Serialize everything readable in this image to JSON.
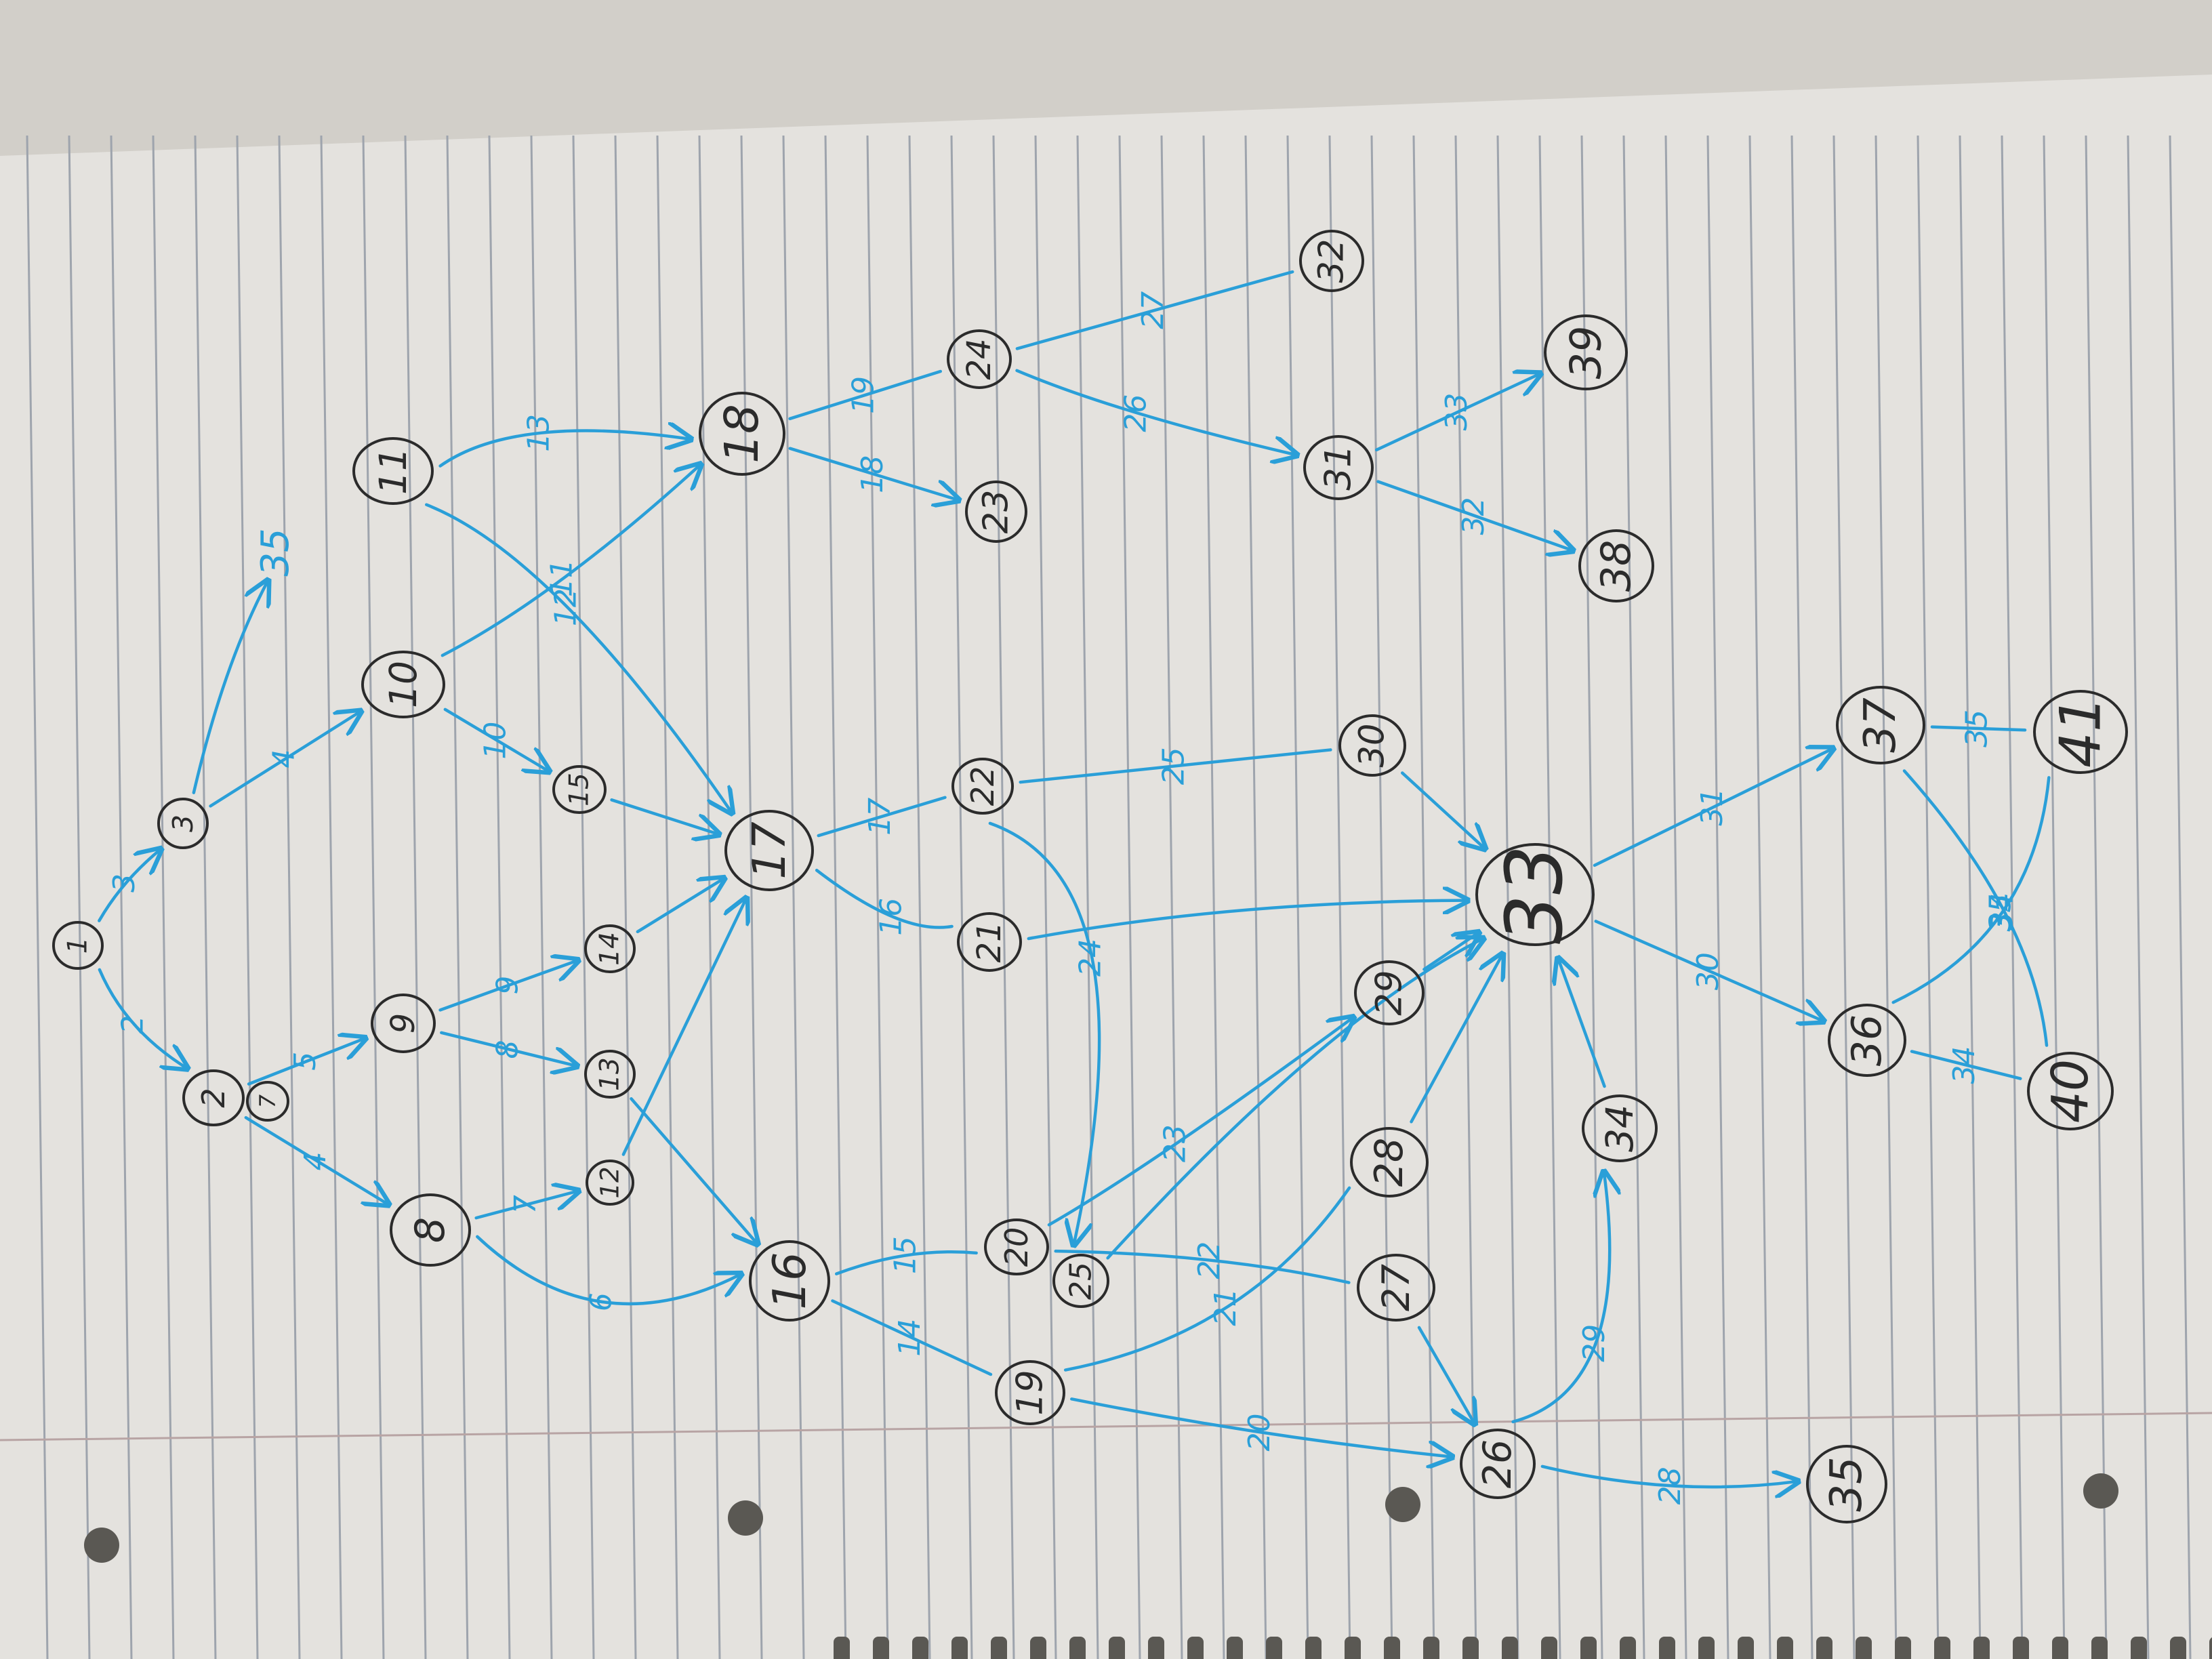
{
  "colors": {
    "paper": "#e4e2de",
    "paper_edge": "#d2cfc9",
    "ruling": "#9ea4ad",
    "margin_line": "#b8a4a4",
    "ink_blue": "#2a9fd8",
    "ink_black": "#2b2b2b",
    "punch_hole": "#5a5853"
  },
  "diagram": {
    "nodes": [
      {
        "id": "1",
        "label": "1"
      },
      {
        "id": "2",
        "label": "2"
      },
      {
        "id": "3",
        "label": "3"
      },
      {
        "id": "7",
        "label": "7"
      },
      {
        "id": "8",
        "label": "8"
      },
      {
        "id": "9",
        "label": "9"
      },
      {
        "id": "10",
        "label": "10"
      },
      {
        "id": "11",
        "label": "11"
      },
      {
        "id": "12",
        "label": "12"
      },
      {
        "id": "13",
        "label": "13"
      },
      {
        "id": "14",
        "label": "14"
      },
      {
        "id": "15",
        "label": "15"
      },
      {
        "id": "16",
        "label": "16"
      },
      {
        "id": "17",
        "label": "17"
      },
      {
        "id": "18",
        "label": "18"
      },
      {
        "id": "19",
        "label": "19"
      },
      {
        "id": "20",
        "label": "20"
      },
      {
        "id": "21",
        "label": "21"
      },
      {
        "id": "22",
        "label": "22"
      },
      {
        "id": "23",
        "label": "23"
      },
      {
        "id": "24",
        "label": "24"
      },
      {
        "id": "25",
        "label": "25"
      },
      {
        "id": "26",
        "label": "26"
      },
      {
        "id": "27",
        "label": "27"
      },
      {
        "id": "28",
        "label": "28"
      },
      {
        "id": "29",
        "label": "29"
      },
      {
        "id": "30",
        "label": "30"
      },
      {
        "id": "31",
        "label": "31"
      },
      {
        "id": "32",
        "label": "32"
      },
      {
        "id": "33",
        "label": "33"
      },
      {
        "id": "34",
        "label": "34"
      },
      {
        "id": "35",
        "label": "35"
      },
      {
        "id": "36",
        "label": "36"
      },
      {
        "id": "37",
        "label": "37"
      },
      {
        "id": "38",
        "label": "38"
      },
      {
        "id": "39",
        "label": "39"
      },
      {
        "id": "40",
        "label": "40"
      },
      {
        "id": "41",
        "label": "41"
      }
    ],
    "edges": [
      {
        "from": "1",
        "to": "2",
        "label": "2"
      },
      {
        "from": "1",
        "to": "3",
        "label": "3"
      },
      {
        "from": "2",
        "to": "8",
        "label": "4"
      },
      {
        "from": "2",
        "to": "9",
        "label": "5"
      },
      {
        "from": "3",
        "to": "10",
        "label": "4"
      },
      {
        "from": "3",
        "to": "35",
        "label": ""
      },
      {
        "from": "8",
        "to": "16",
        "label": "6"
      },
      {
        "from": "8",
        "to": "12",
        "label": "7"
      },
      {
        "from": "9",
        "to": "13",
        "label": "8"
      },
      {
        "from": "9",
        "to": "14",
        "label": "9"
      },
      {
        "from": "10",
        "to": "15",
        "label": "10"
      },
      {
        "from": "10",
        "to": "18",
        "label": "11"
      },
      {
        "from": "11",
        "to": "17",
        "label": "12"
      },
      {
        "from": "11",
        "to": "18",
        "label": "13"
      },
      {
        "from": "12",
        "to": "17",
        "label": ""
      },
      {
        "from": "13",
        "to": "16",
        "label": ""
      },
      {
        "from": "14",
        "to": "17",
        "label": ""
      },
      {
        "from": "15",
        "to": "17",
        "label": ""
      },
      {
        "from": "16",
        "to": "19",
        "label": "14"
      },
      {
        "from": "16",
        "to": "20",
        "label": "15"
      },
      {
        "from": "17",
        "to": "21",
        "label": "16"
      },
      {
        "from": "17",
        "to": "22",
        "label": "17"
      },
      {
        "from": "18",
        "to": "23",
        "label": "18"
      },
      {
        "from": "18",
        "to": "24",
        "label": "19"
      },
      {
        "from": "19",
        "to": "26",
        "label": "20"
      },
      {
        "from": "19",
        "to": "28",
        "label": "21"
      },
      {
        "from": "20",
        "to": "27",
        "label": "22"
      },
      {
        "from": "20",
        "to": "29",
        "label": "23"
      },
      {
        "from": "22",
        "to": "25",
        "label": "24"
      },
      {
        "from": "22",
        "to": "30",
        "label": "25"
      },
      {
        "from": "24",
        "to": "31",
        "label": "26"
      },
      {
        "from": "24",
        "to": "32",
        "label": "27"
      },
      {
        "from": "26",
        "to": "35",
        "label": "28"
      },
      {
        "from": "26",
        "to": "34",
        "label": "29"
      },
      {
        "from": "33",
        "to": "36",
        "label": "30"
      },
      {
        "from": "33",
        "to": "37",
        "label": "31"
      },
      {
        "from": "31",
        "to": "38",
        "label": "32"
      },
      {
        "from": "31",
        "to": "39",
        "label": "33"
      },
      {
        "from": "36",
        "to": "40",
        "label": "34"
      },
      {
        "from": "36",
        "to": "41",
        "label": "35"
      },
      {
        "from": "37",
        "to": "40",
        "label": "34"
      },
      {
        "from": "37",
        "to": "41",
        "label": "35"
      },
      {
        "from": "21",
        "to": "33",
        "label": ""
      },
      {
        "from": "27",
        "to": "26",
        "label": ""
      },
      {
        "from": "28",
        "to": "33",
        "label": ""
      },
      {
        "from": "29",
        "to": "33",
        "label": ""
      },
      {
        "from": "30",
        "to": "33",
        "label": ""
      },
      {
        "from": "34",
        "to": "33",
        "label": ""
      },
      {
        "from": "25",
        "to": "33",
        "label": ""
      }
    ]
  }
}
